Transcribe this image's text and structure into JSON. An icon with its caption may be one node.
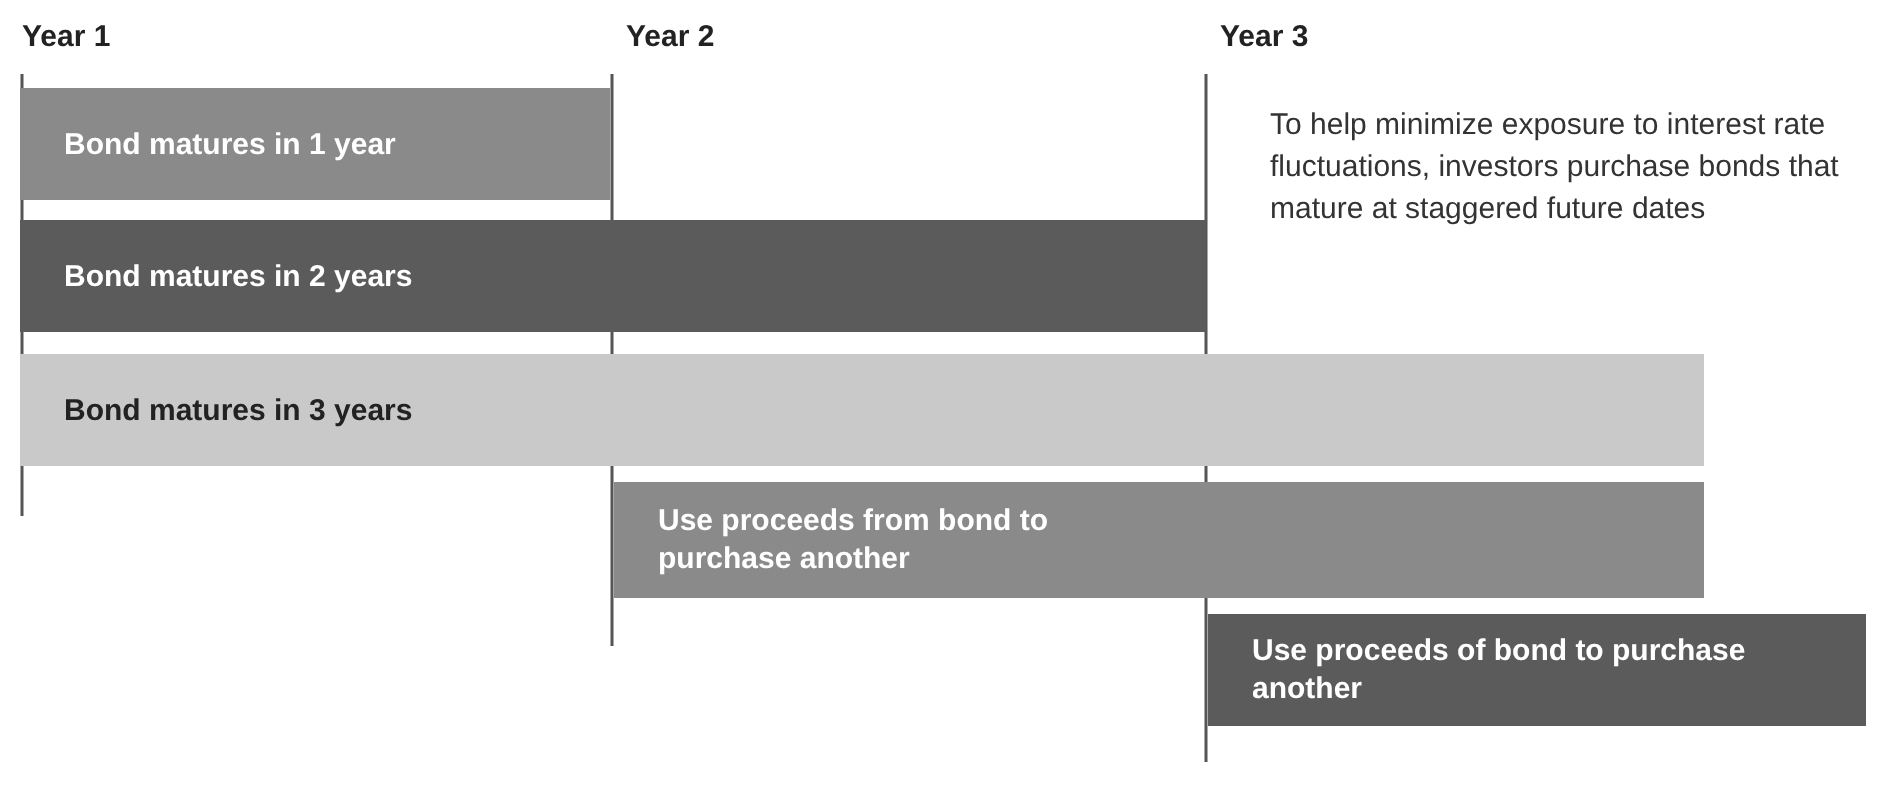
{
  "diagram": {
    "nodes": [
      {
        "text": [
          "Bond matures in 1 year"
        ]
      },
      {
        "text": [
          "Bond matures in 2 years"
        ]
      },
      {
        "text": [
          "Bond matures in 3 years"
        ]
      },
      {
        "text": [
          "Use proceeds from bond to purchase another"
        ]
      },
      {
        "text": [
          "Use proceeds of bond to purchase another"
        ]
      }
    ],
    "edges": [],
    "labels": [
      "Year 1",
      "Year 2",
      "Year 3",
      "To help minimize exposure to interest rate fluctuations, investors purchase bonds that mature at staggered future dates"
    ]
  }
}
